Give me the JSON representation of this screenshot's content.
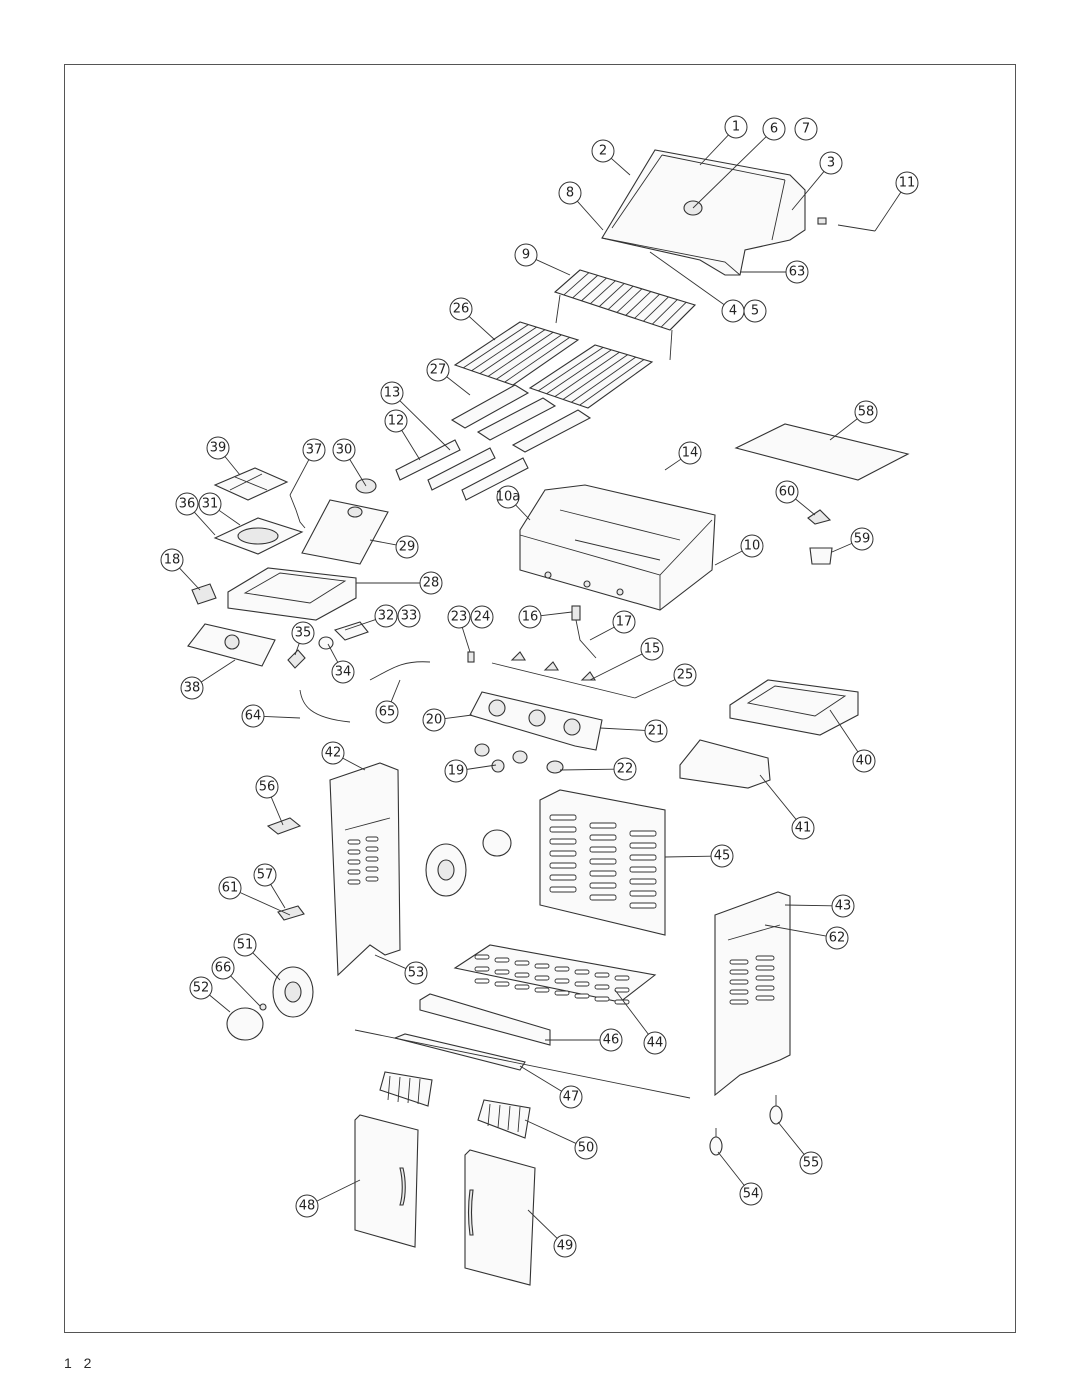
{
  "page": {
    "page_number": "1 2"
  },
  "diagram": {
    "callouts": [
      {
        "id": "c1",
        "label": "1"
      },
      {
        "id": "c2",
        "label": "2"
      },
      {
        "id": "c3",
        "label": "3"
      },
      {
        "id": "c4",
        "label": "4"
      },
      {
        "id": "c5",
        "label": "5"
      },
      {
        "id": "c6",
        "label": "6"
      },
      {
        "id": "c7",
        "label": "7"
      },
      {
        "id": "c8",
        "label": "8"
      },
      {
        "id": "c9",
        "label": "9"
      },
      {
        "id": "c10",
        "label": "10"
      },
      {
        "id": "c10a",
        "label": "10a"
      },
      {
        "id": "c11",
        "label": "11"
      },
      {
        "id": "c12",
        "label": "12"
      },
      {
        "id": "c13",
        "label": "13"
      },
      {
        "id": "c14",
        "label": "14"
      },
      {
        "id": "c15",
        "label": "15"
      },
      {
        "id": "c16",
        "label": "16"
      },
      {
        "id": "c17",
        "label": "17"
      },
      {
        "id": "c18",
        "label": "18"
      },
      {
        "id": "c19",
        "label": "19"
      },
      {
        "id": "c20",
        "label": "20"
      },
      {
        "id": "c21",
        "label": "21"
      },
      {
        "id": "c22",
        "label": "22"
      },
      {
        "id": "c23",
        "label": "23"
      },
      {
        "id": "c24",
        "label": "24"
      },
      {
        "id": "c25",
        "label": "25"
      },
      {
        "id": "c26",
        "label": "26"
      },
      {
        "id": "c27",
        "label": "27"
      },
      {
        "id": "c28",
        "label": "28"
      },
      {
        "id": "c29",
        "label": "29"
      },
      {
        "id": "c30",
        "label": "30"
      },
      {
        "id": "c31",
        "label": "31"
      },
      {
        "id": "c32",
        "label": "32"
      },
      {
        "id": "c33",
        "label": "33"
      },
      {
        "id": "c34",
        "label": "34"
      },
      {
        "id": "c35",
        "label": "35"
      },
      {
        "id": "c36",
        "label": "36"
      },
      {
        "id": "c37",
        "label": "37"
      },
      {
        "id": "c38",
        "label": "38"
      },
      {
        "id": "c39",
        "label": "39"
      },
      {
        "id": "c40",
        "label": "40"
      },
      {
        "id": "c41",
        "label": "41"
      },
      {
        "id": "c42",
        "label": "42"
      },
      {
        "id": "c43",
        "label": "43"
      },
      {
        "id": "c44",
        "label": "44"
      },
      {
        "id": "c45",
        "label": "45"
      },
      {
        "id": "c46",
        "label": "46"
      },
      {
        "id": "c47",
        "label": "47"
      },
      {
        "id": "c48",
        "label": "48"
      },
      {
        "id": "c49",
        "label": "49"
      },
      {
        "id": "c50",
        "label": "50"
      },
      {
        "id": "c51",
        "label": "51"
      },
      {
        "id": "c52",
        "label": "52"
      },
      {
        "id": "c53",
        "label": "53"
      },
      {
        "id": "c54",
        "label": "54"
      },
      {
        "id": "c55",
        "label": "55"
      },
      {
        "id": "c56",
        "label": "56"
      },
      {
        "id": "c57",
        "label": "57"
      },
      {
        "id": "c58",
        "label": "58"
      },
      {
        "id": "c59",
        "label": "59"
      },
      {
        "id": "c60",
        "label": "60"
      },
      {
        "id": "c61",
        "label": "61"
      },
      {
        "id": "c62",
        "label": "62"
      },
      {
        "id": "c63",
        "label": "63"
      },
      {
        "id": "c64",
        "label": "64"
      },
      {
        "id": "c65",
        "label": "65"
      },
      {
        "id": "c66",
        "label": "66"
      }
    ]
  }
}
